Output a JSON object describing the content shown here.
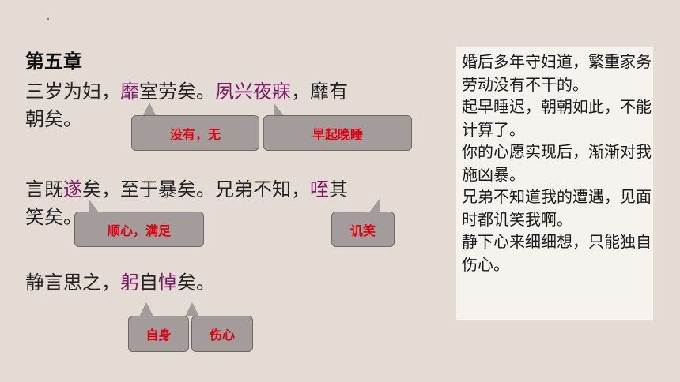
{
  "heading": "第五章",
  "lines": {
    "l1a": "三岁为妇，",
    "l1k1": "靡",
    "l1b": "室劳矣。",
    "l1k2": "夙兴夜寐",
    "l1c": "，靡有",
    "l2": "朝矣。",
    "l3a": "言既",
    "l3k1": "遂",
    "l3b": "矣，至于暴矣。兄弟不知，",
    "l3k2": "咥",
    "l3c": "其",
    "l4": "笑矣。",
    "l5a": "静言思之，",
    "l5k1": "躬",
    "l5b": "自",
    "l5k2": "悼",
    "l5c": "矣。"
  },
  "callouts": {
    "c1": "没有，无",
    "c2": "早起晚睡",
    "c3": "顺心，满足",
    "c4": "讥笑",
    "c5": "自身",
    "c6": "伤心"
  },
  "translation": {
    "p1": "婚后多年守妇道，繁重家务劳动没有不干的。",
    "p2": "起早睡迟，朝朝如此，不能计算了。",
    "p3": "你的心愿实现后，渐渐对我施凶暴。",
    "p4": "兄弟不知道我的遭遇，见面时都讥笑我啊。",
    "p5": "静下心来细细想，只能独自伤心。"
  },
  "colors": {
    "keyword": "#7a1a64",
    "callout_text": "#e0000f",
    "callout_bg": "#a49c9b",
    "background": "#e4dbd5",
    "translation_bg": "#f6f2ee"
  }
}
